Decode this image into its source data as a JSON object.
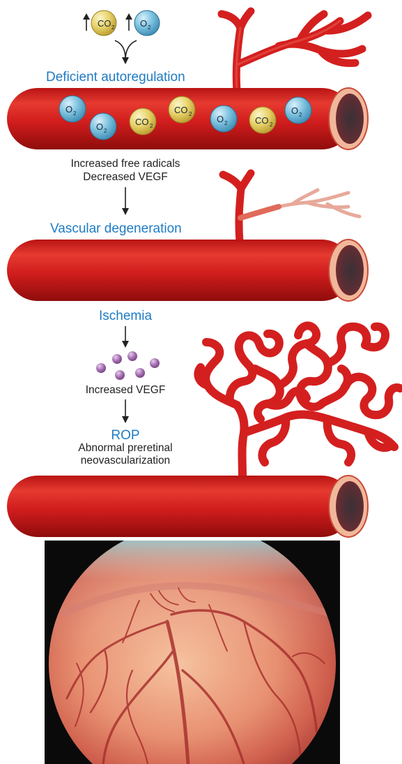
{
  "stage1": {
    "gas_top": [
      {
        "formula": "CO",
        "subscript": "2",
        "kind": "co2"
      },
      {
        "formula": "O",
        "subscript": "2",
        "kind": "o2"
      }
    ],
    "label": "Deficient autoregulation",
    "molecules_in_vessel": [
      {
        "formula": "O",
        "subscript": "2",
        "kind": "o2"
      },
      {
        "formula": "O",
        "subscript": "2",
        "kind": "o2"
      },
      {
        "formula": "CO",
        "subscript": "2",
        "kind": "co2"
      },
      {
        "formula": "CO",
        "subscript": "2",
        "kind": "co2"
      },
      {
        "formula": "O",
        "subscript": "2",
        "kind": "o2"
      },
      {
        "formula": "CO",
        "subscript": "2",
        "kind": "co2"
      },
      {
        "formula": "O",
        "subscript": "2",
        "kind": "o2"
      }
    ],
    "effect_line1": "Increased free radicals",
    "effect_line2": "Decreased VEGF"
  },
  "stage2": {
    "label": "Vascular degeneration"
  },
  "stage3": {
    "label_ischemia": "Ischemia",
    "label_vegf": "Increased VEGF",
    "label_rop": "ROP",
    "desc_line1": "Abnormal preretinal",
    "desc_line2": "neovascularization"
  },
  "colors": {
    "vessel_red": "#d41f1f",
    "label_blue": "#1f7bc4",
    "o2_blue": "#6fb8d9",
    "co2_yellow": "#e8d36a",
    "vegf_purple": "#a06aae"
  }
}
